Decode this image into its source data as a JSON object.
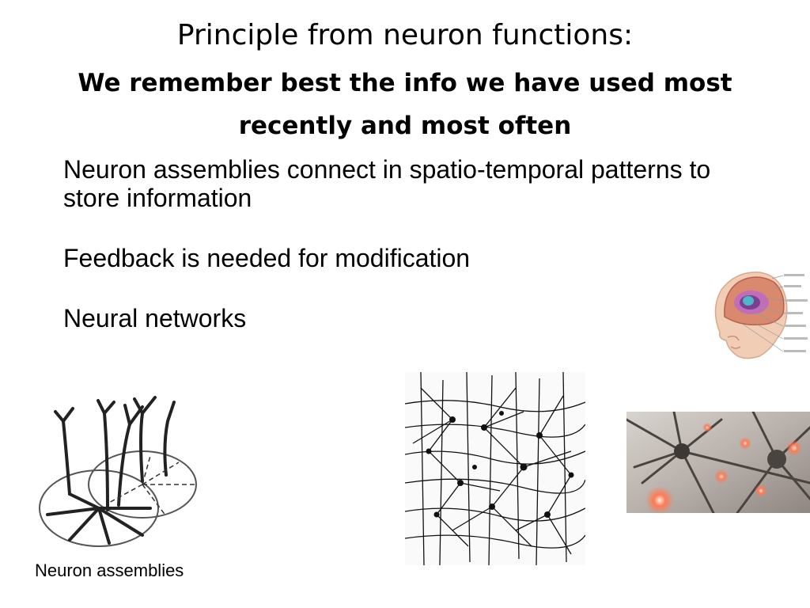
{
  "slide": {
    "title": "Principle from neuron functions:",
    "subtitle": "We remember best the info we have used most recently and most often",
    "bullets": [
      "Neuron assemblies connect in spatio-temporal patterns to store information",
      "Feedback is needed for modification",
      "Neural networks"
    ],
    "caption": "Neuron assemblies"
  }
}
